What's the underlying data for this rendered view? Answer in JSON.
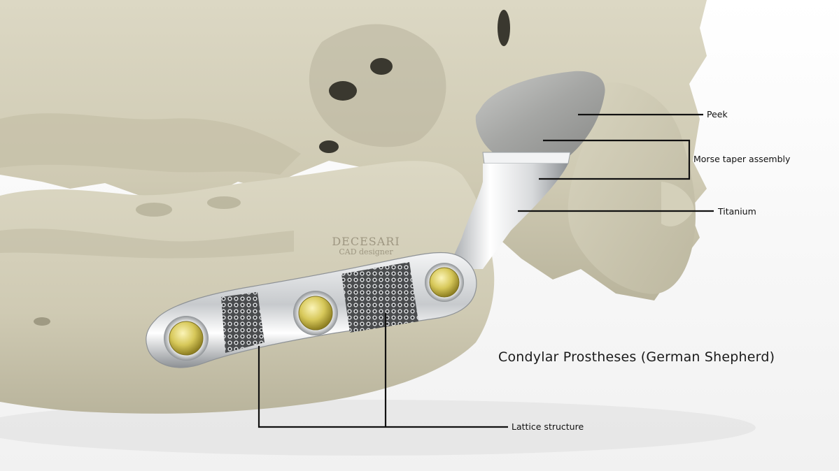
{
  "figure": {
    "title": "Condylar Prostheses (German Shepherd)",
    "watermark": {
      "name": "DECESARI",
      "subtitle": "CAD designer"
    },
    "callouts": {
      "peek": "Peek",
      "morse_taper": "Morse taper assembly",
      "titanium": "Titanium",
      "lattice": "Lattice structure"
    },
    "colors": {
      "bone": "#d6d2bc",
      "bone_shadow": "#a8a38c",
      "peek": "#a9aaa8",
      "titanium": "#e6e8ea",
      "screw_gold": "#d6c65a",
      "line": "#111111"
    }
  }
}
